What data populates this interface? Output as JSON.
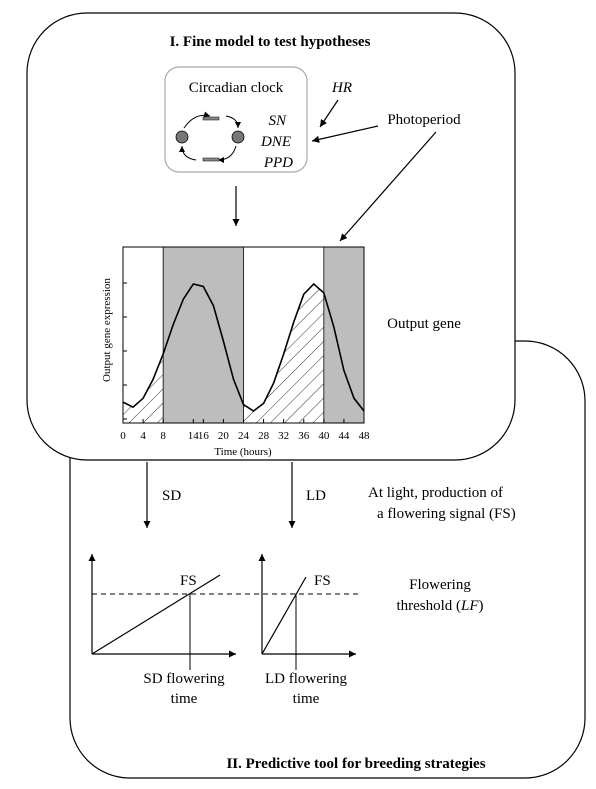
{
  "panel_top": {
    "title": "I. Fine model to test hypotheses",
    "clock_box": {
      "title": "Circadian clock",
      "factors": [
        "SN",
        "DNE",
        "PPD"
      ]
    },
    "hr_label": "HR",
    "photoperiod_label": "Photoperiod",
    "output_gene_label": "Output gene"
  },
  "chart_data": {
    "type": "line",
    "xlabel": "Time (hours)",
    "ylabel": "Output gene expression",
    "x_ticks": [
      0,
      4,
      8,
      14,
      16,
      20,
      24,
      28,
      32,
      36,
      40,
      44,
      48
    ],
    "xlim": [
      0,
      48
    ],
    "dark_periods": [
      [
        8,
        24
      ],
      [
        40,
        48
      ]
    ],
    "hatched_light_periods": [
      [
        0,
        8
      ],
      [
        24,
        40
      ]
    ],
    "series": [
      {
        "x": [
          0,
          2,
          4,
          6,
          8,
          10,
          12,
          14,
          16,
          18,
          20,
          22,
          24,
          26,
          28,
          30,
          32,
          34,
          36,
          38,
          40,
          42,
          44,
          46,
          48
        ],
        "values": [
          0.07,
          0.03,
          0.1,
          0.25,
          0.45,
          0.68,
          0.88,
          1.0,
          0.98,
          0.83,
          0.55,
          0.25,
          0.05,
          0.0,
          0.06,
          0.22,
          0.45,
          0.7,
          0.92,
          1.0,
          0.93,
          0.66,
          0.32,
          0.1,
          0.0
        ]
      }
    ]
  },
  "panel_bottom": {
    "title": "II. Predictive tool for breeding strategies",
    "sd_label": "SD",
    "ld_label": "LD",
    "signal_text_line1": "At light, production of",
    "signal_text_line2": "a flowering signal (FS)",
    "fs_label_sd": "FS",
    "fs_label_ld": "FS",
    "threshold_label_line1": "Flowering",
    "threshold_label_pre": "threshold (",
    "threshold_label_ital": "LF",
    "threshold_label_post": ")",
    "sd_time_line1": "SD flowering",
    "sd_time_line2": "time",
    "ld_time_line1": "LD flowering",
    "ld_time_line2": "time"
  }
}
